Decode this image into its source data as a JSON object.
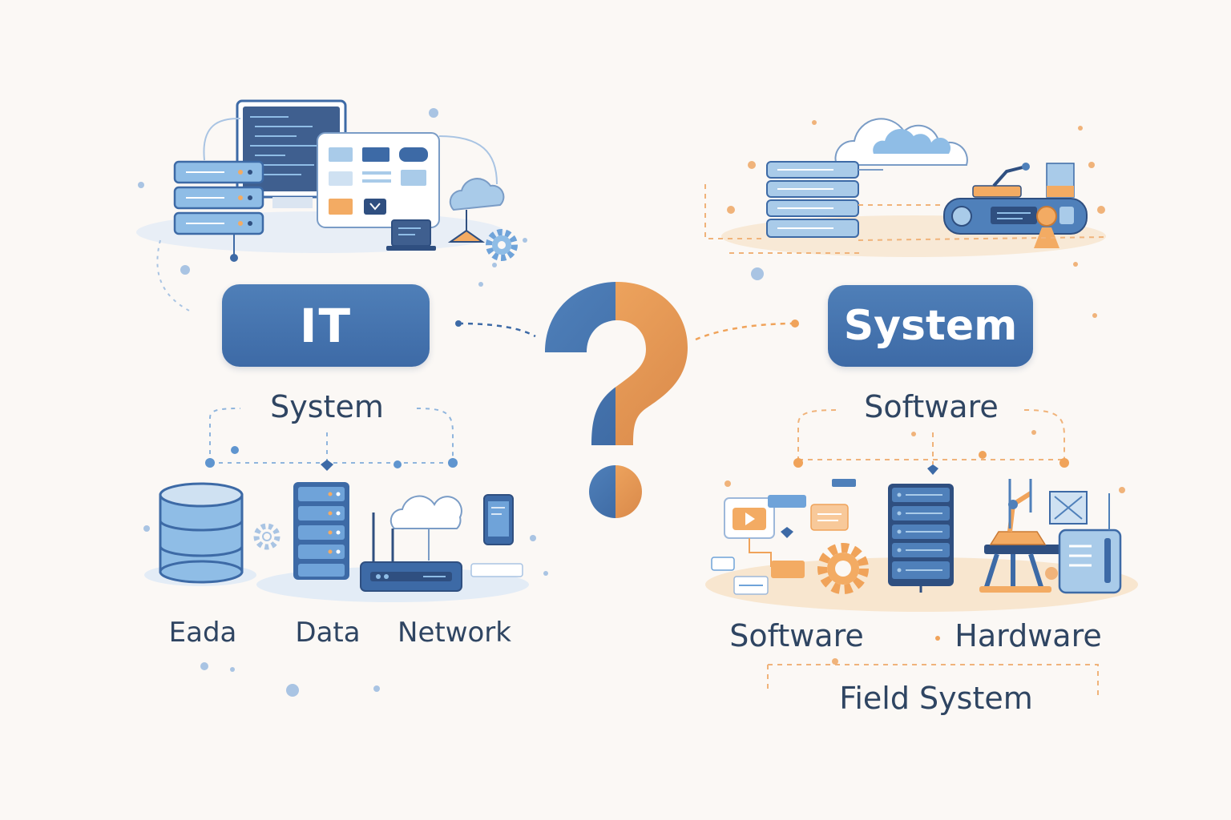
{
  "left_panel": {
    "badge": "IT",
    "subtitle": "System",
    "items": [
      "Eada",
      "Data",
      "Network"
    ]
  },
  "right_panel": {
    "badge": "System",
    "subtitle": "Software",
    "items": [
      "Software",
      "Hardware"
    ],
    "footer": "Field System"
  },
  "center": {
    "symbol": "?"
  },
  "colors": {
    "blue": "#3d6aa6",
    "light_blue": "#8fbde6",
    "orange": "#f0a35a",
    "text": "#2f4562",
    "background": "#fbf8f5"
  },
  "icons": [
    "server-rack-icon",
    "monitor-code-icon",
    "dashboard-window-icon",
    "cloud-icon",
    "laptop-icon",
    "gear-icon",
    "database-icon",
    "router-icon",
    "smartphone-icon",
    "flowchart-icon",
    "robot-arm-icon",
    "control-unit-icon",
    "question-mark-icon"
  ]
}
